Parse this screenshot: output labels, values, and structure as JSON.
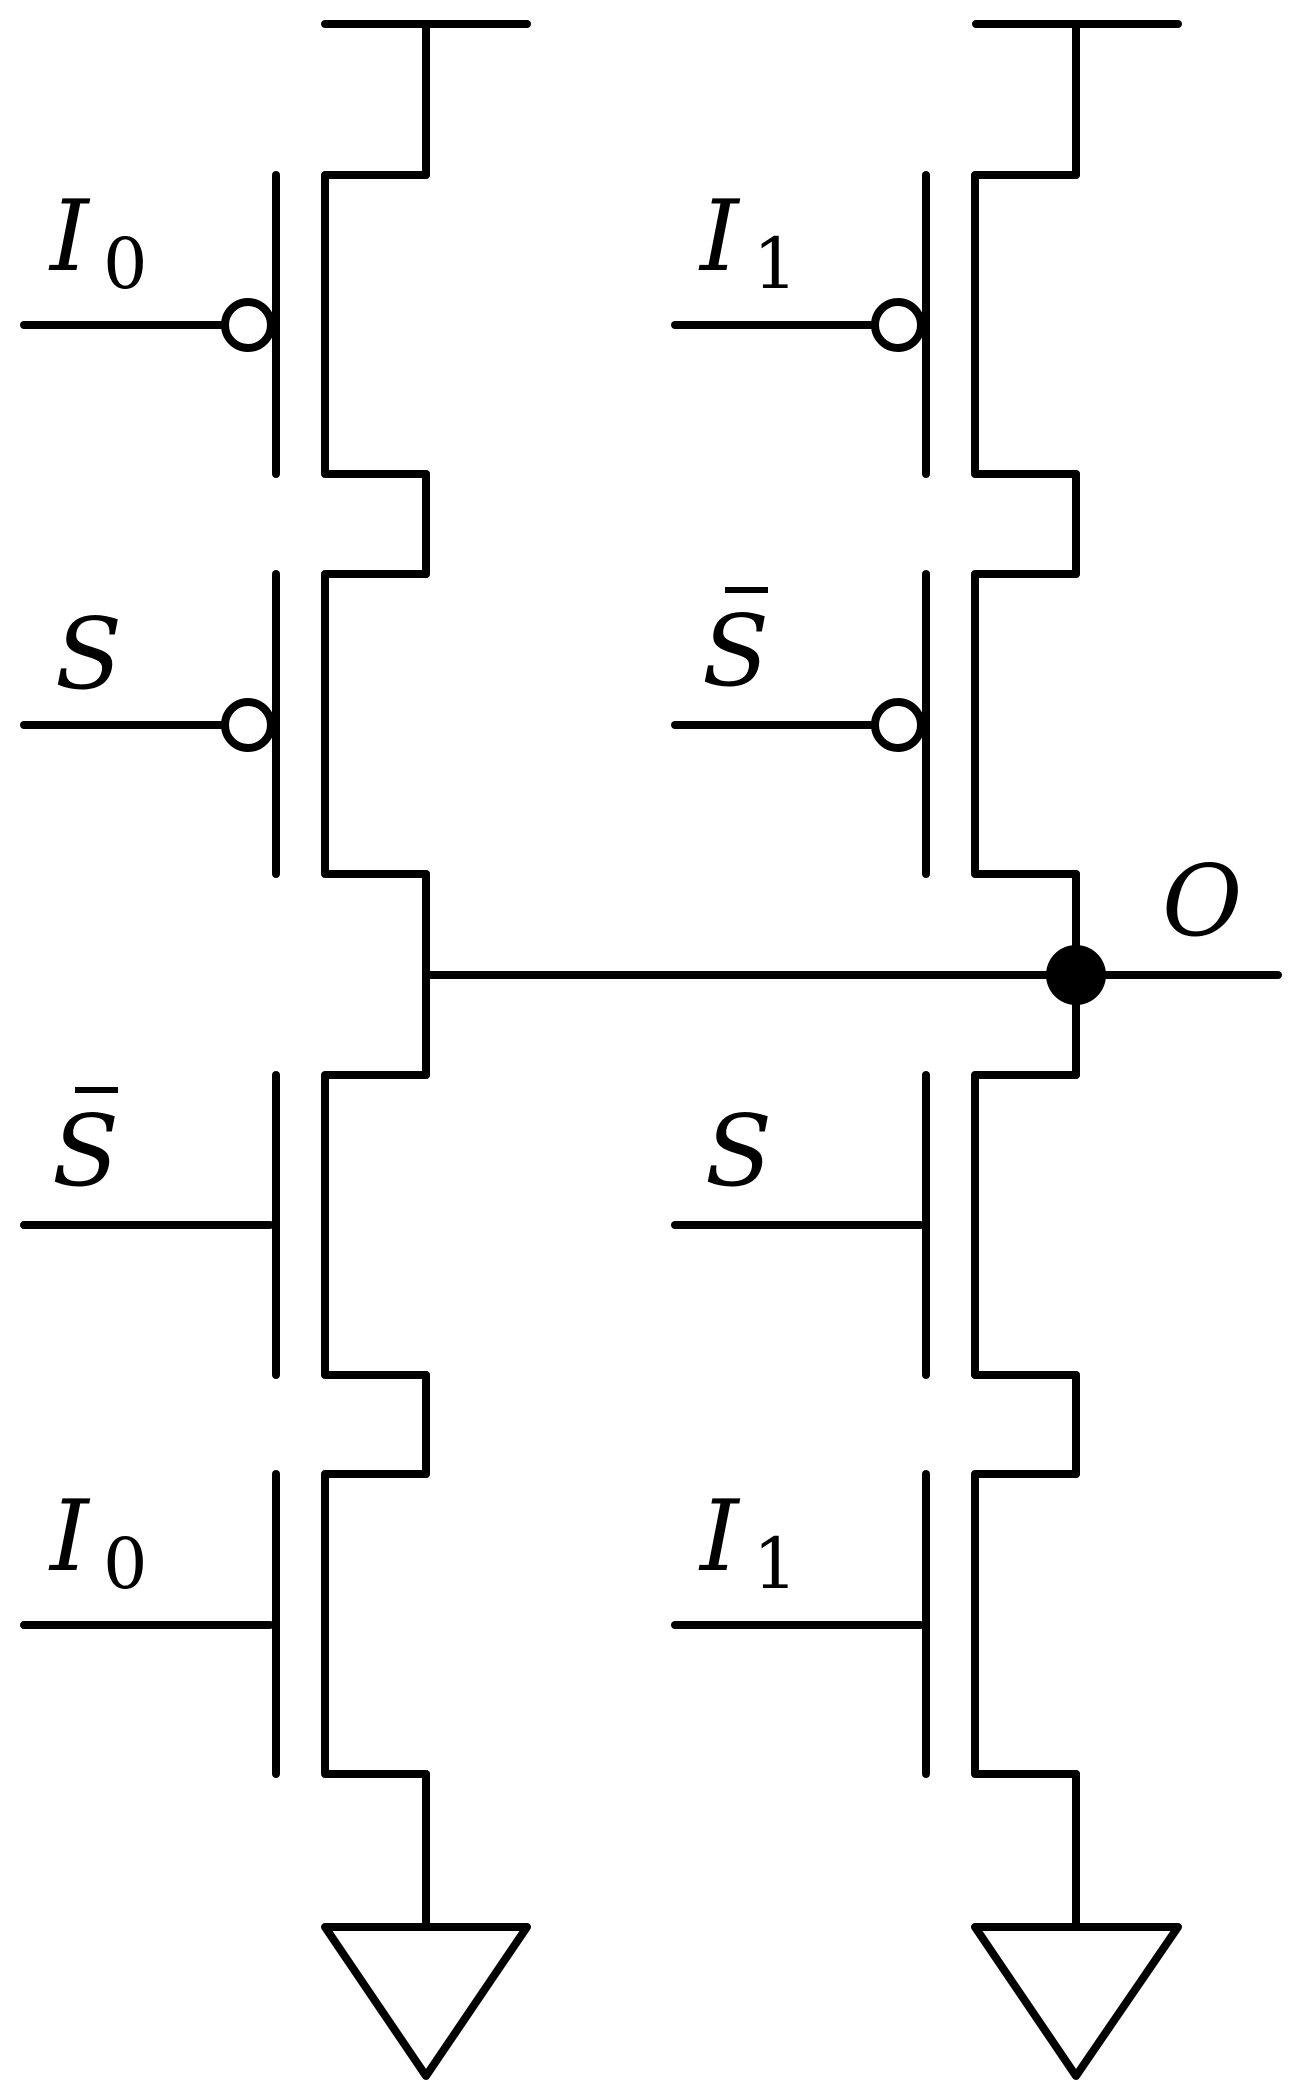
{
  "circuit": {
    "labels": {
      "i0_top": {
        "main": "I",
        "sub": "0"
      },
      "s_top": {
        "main": "S"
      },
      "sbar_bottom": {
        "main": "S",
        "bar": true
      },
      "i0_bottom": {
        "main": "I",
        "sub": "0"
      },
      "i1_top": {
        "main": "I",
        "sub": "1"
      },
      "sbar_top": {
        "main": "S",
        "bar": true
      },
      "s_bottom": {
        "main": "S"
      },
      "i1_bottom": {
        "main": "I",
        "sub": "1"
      },
      "output": {
        "main": "O"
      }
    }
  }
}
